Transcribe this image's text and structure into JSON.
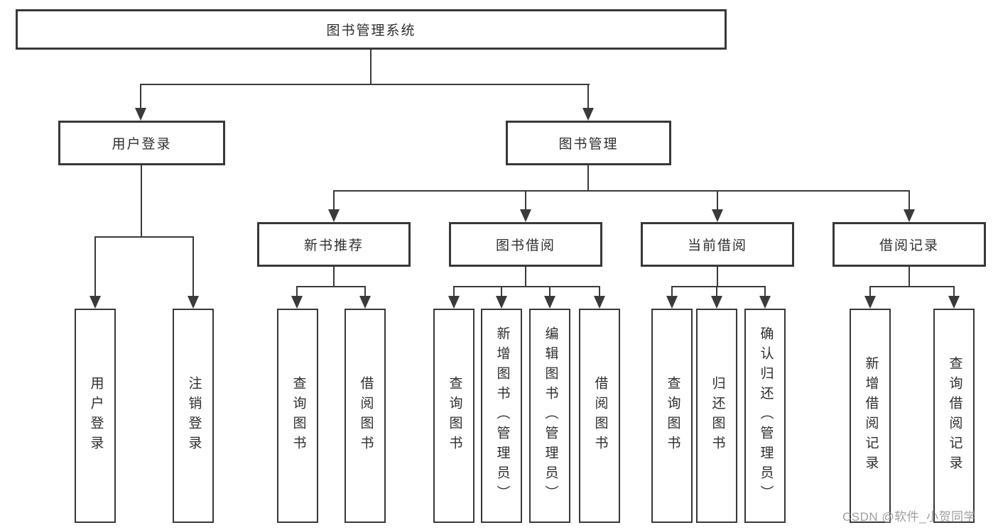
{
  "diagram": {
    "title": "图书管理系统",
    "user_login": {
      "label": "用户登录",
      "children": [
        "用户登录",
        "注销登录"
      ]
    },
    "book_management": {
      "label": "图书管理",
      "sections": [
        {
          "label": "新书推荐",
          "children": [
            "查询图书",
            "借阅图书"
          ]
        },
        {
          "label": "图书借阅",
          "children": [
            "查询图书",
            "新增图书（管理员）",
            "编辑图书（管理员）",
            "借阅图书"
          ]
        },
        {
          "label": "当前借阅",
          "children": [
            "查询图书",
            "归还图书",
            "确认归还（管理员）"
          ]
        },
        {
          "label": "借阅记录",
          "children": [
            "新增借阅记录",
            "查询借阅记录"
          ]
        }
      ]
    },
    "watermark": "CSDN @软件_小贺同学",
    "colors": {
      "line": "#3a3a3a",
      "border": "#383838",
      "text": "#2e2e2e",
      "watermark": "#9e9e9e"
    }
  }
}
